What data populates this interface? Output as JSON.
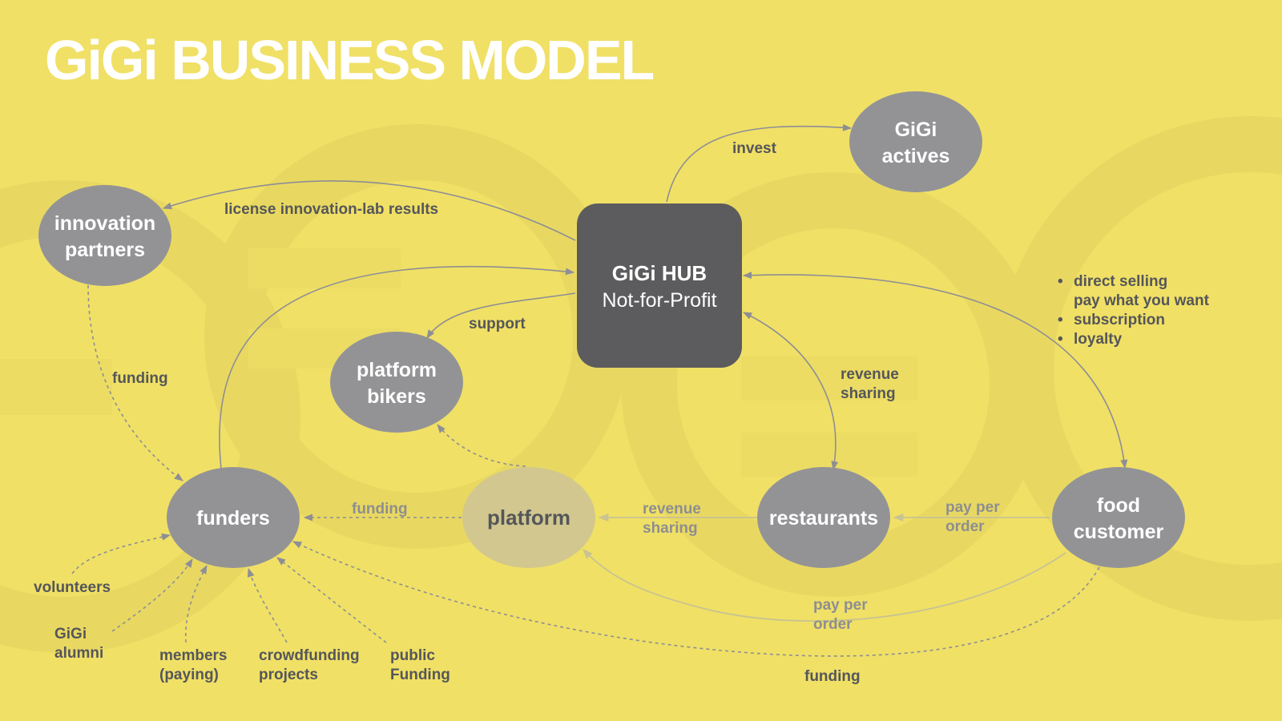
{
  "title": "GiGi BUSINESS MODEL",
  "colors": {
    "background": "#f0e066",
    "watermark": "#e8d862",
    "node": "#939396",
    "hub": "#5c5c5e",
    "platform_node": "#d1c78f",
    "edge": "#8e8e94",
    "edge_faded": "#c9c292",
    "label_dark": "#55565a",
    "label_faded": "#8e8e90"
  },
  "nodes": {
    "hub": {
      "line1": "GiGi HUB",
      "line2": "Not-for-Profit"
    },
    "actives": {
      "line1": "GiGi",
      "line2": "actives"
    },
    "innovation": {
      "line1": "innovation",
      "line2": "partners"
    },
    "bikers": {
      "line1": "platform",
      "line2": "bikers"
    },
    "funders": {
      "line1": "funders"
    },
    "platform": {
      "line1": "platform"
    },
    "restaurants": {
      "line1": "restaurants"
    },
    "customer": {
      "line1": "food",
      "line2": "customer"
    }
  },
  "edge_labels": {
    "invest": "invest",
    "license": "license innovation-lab results",
    "support": "support",
    "funding_innovation": "funding",
    "revenue_hub": [
      "revenue",
      "sharing"
    ],
    "funding_platform": "funding",
    "revenue_platform": [
      "revenue",
      "sharing"
    ],
    "pay_restaurants": [
      "pay per",
      "order"
    ],
    "pay_platform": [
      "pay per",
      "order"
    ],
    "funding_customer": "funding"
  },
  "funder_sources": [
    {
      "line1": "volunteers"
    },
    {
      "line1": "GiGi",
      "line2": "alumni"
    },
    {
      "line1": "members",
      "line2": "(paying)"
    },
    {
      "line1": "crowdfunding",
      "line2": "projects"
    },
    {
      "line1": "public",
      "line2": "Funding"
    }
  ],
  "customer_models": [
    {
      "text": "direct selling",
      "bullet": true
    },
    {
      "text": "pay what you want",
      "bullet": false
    },
    {
      "text": "subscription",
      "bullet": true
    },
    {
      "text": "loyalty",
      "bullet": true
    }
  ]
}
